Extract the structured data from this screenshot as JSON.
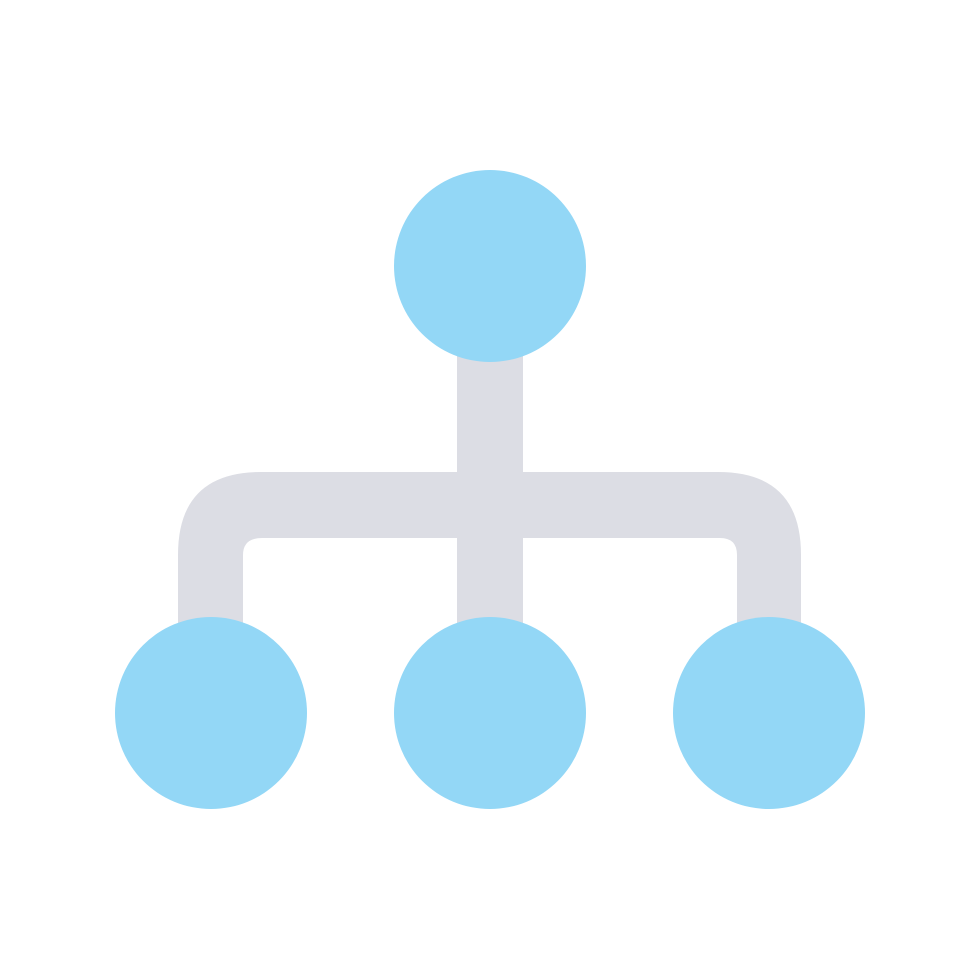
{
  "icon": {
    "name": "hierarchy-icon",
    "colors": {
      "background": "#ffffff",
      "node": "#93d7f6",
      "connector": "#dcdde4"
    },
    "nodes": [
      "root",
      "left-child",
      "center-child",
      "right-child"
    ]
  }
}
